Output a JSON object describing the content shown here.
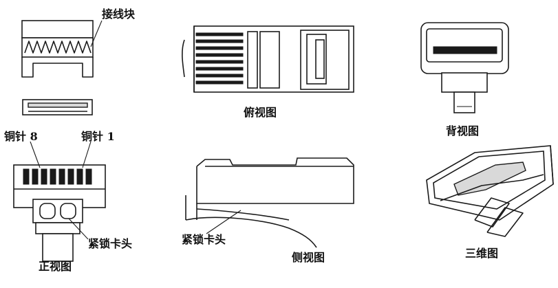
{
  "labels": {
    "terminal_block": "接线块",
    "top_view": "俯视图",
    "back_view": "背视图",
    "copper_pin_8": "铜针 8",
    "copper_pin_1": "铜针 1",
    "latch_front": "紧锁卡头",
    "latch_side": "紧锁卡头",
    "front_view": "正视图",
    "side_view": "侧视图",
    "three_d_view": "三维图"
  }
}
